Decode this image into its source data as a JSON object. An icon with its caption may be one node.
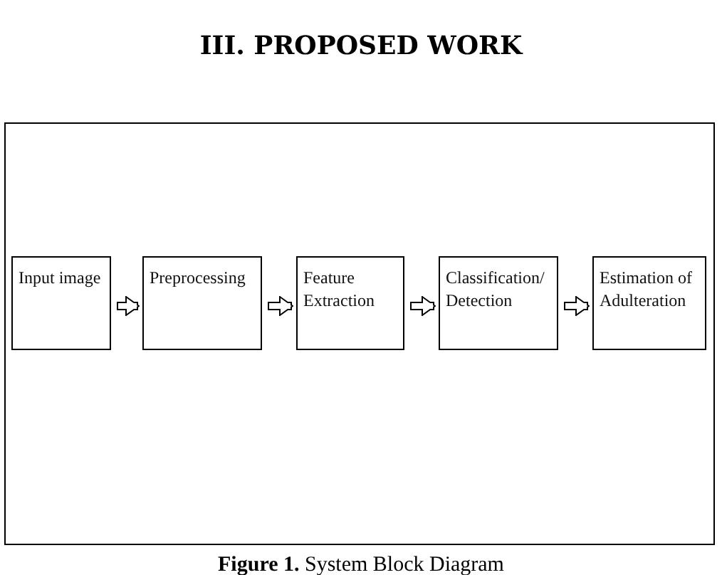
{
  "diagram": {
    "title": "III. PROPOSED WORK",
    "caption": "**Figure 1.** System Block Diagram",
    "nodes": [
      {
        "text": [
          "Input image"
        ]
      },
      {
        "text": [
          "Preprocessing"
        ]
      },
      {
        "text": [
          "Feature Extraction"
        ]
      },
      {
        "text": [
          "Classification/ Detection"
        ]
      },
      {
        "text": [
          "Estimation of Adulteration"
        ]
      }
    ],
    "edges": [
      {
        "from": 0,
        "to": 1,
        "arrow": "to"
      },
      {
        "from": 1,
        "to": 2,
        "arrow": "to"
      },
      {
        "from": 2,
        "to": 3,
        "arrow": "to"
      },
      {
        "from": 3,
        "to": 4,
        "arrow": "to"
      }
    ]
  }
}
